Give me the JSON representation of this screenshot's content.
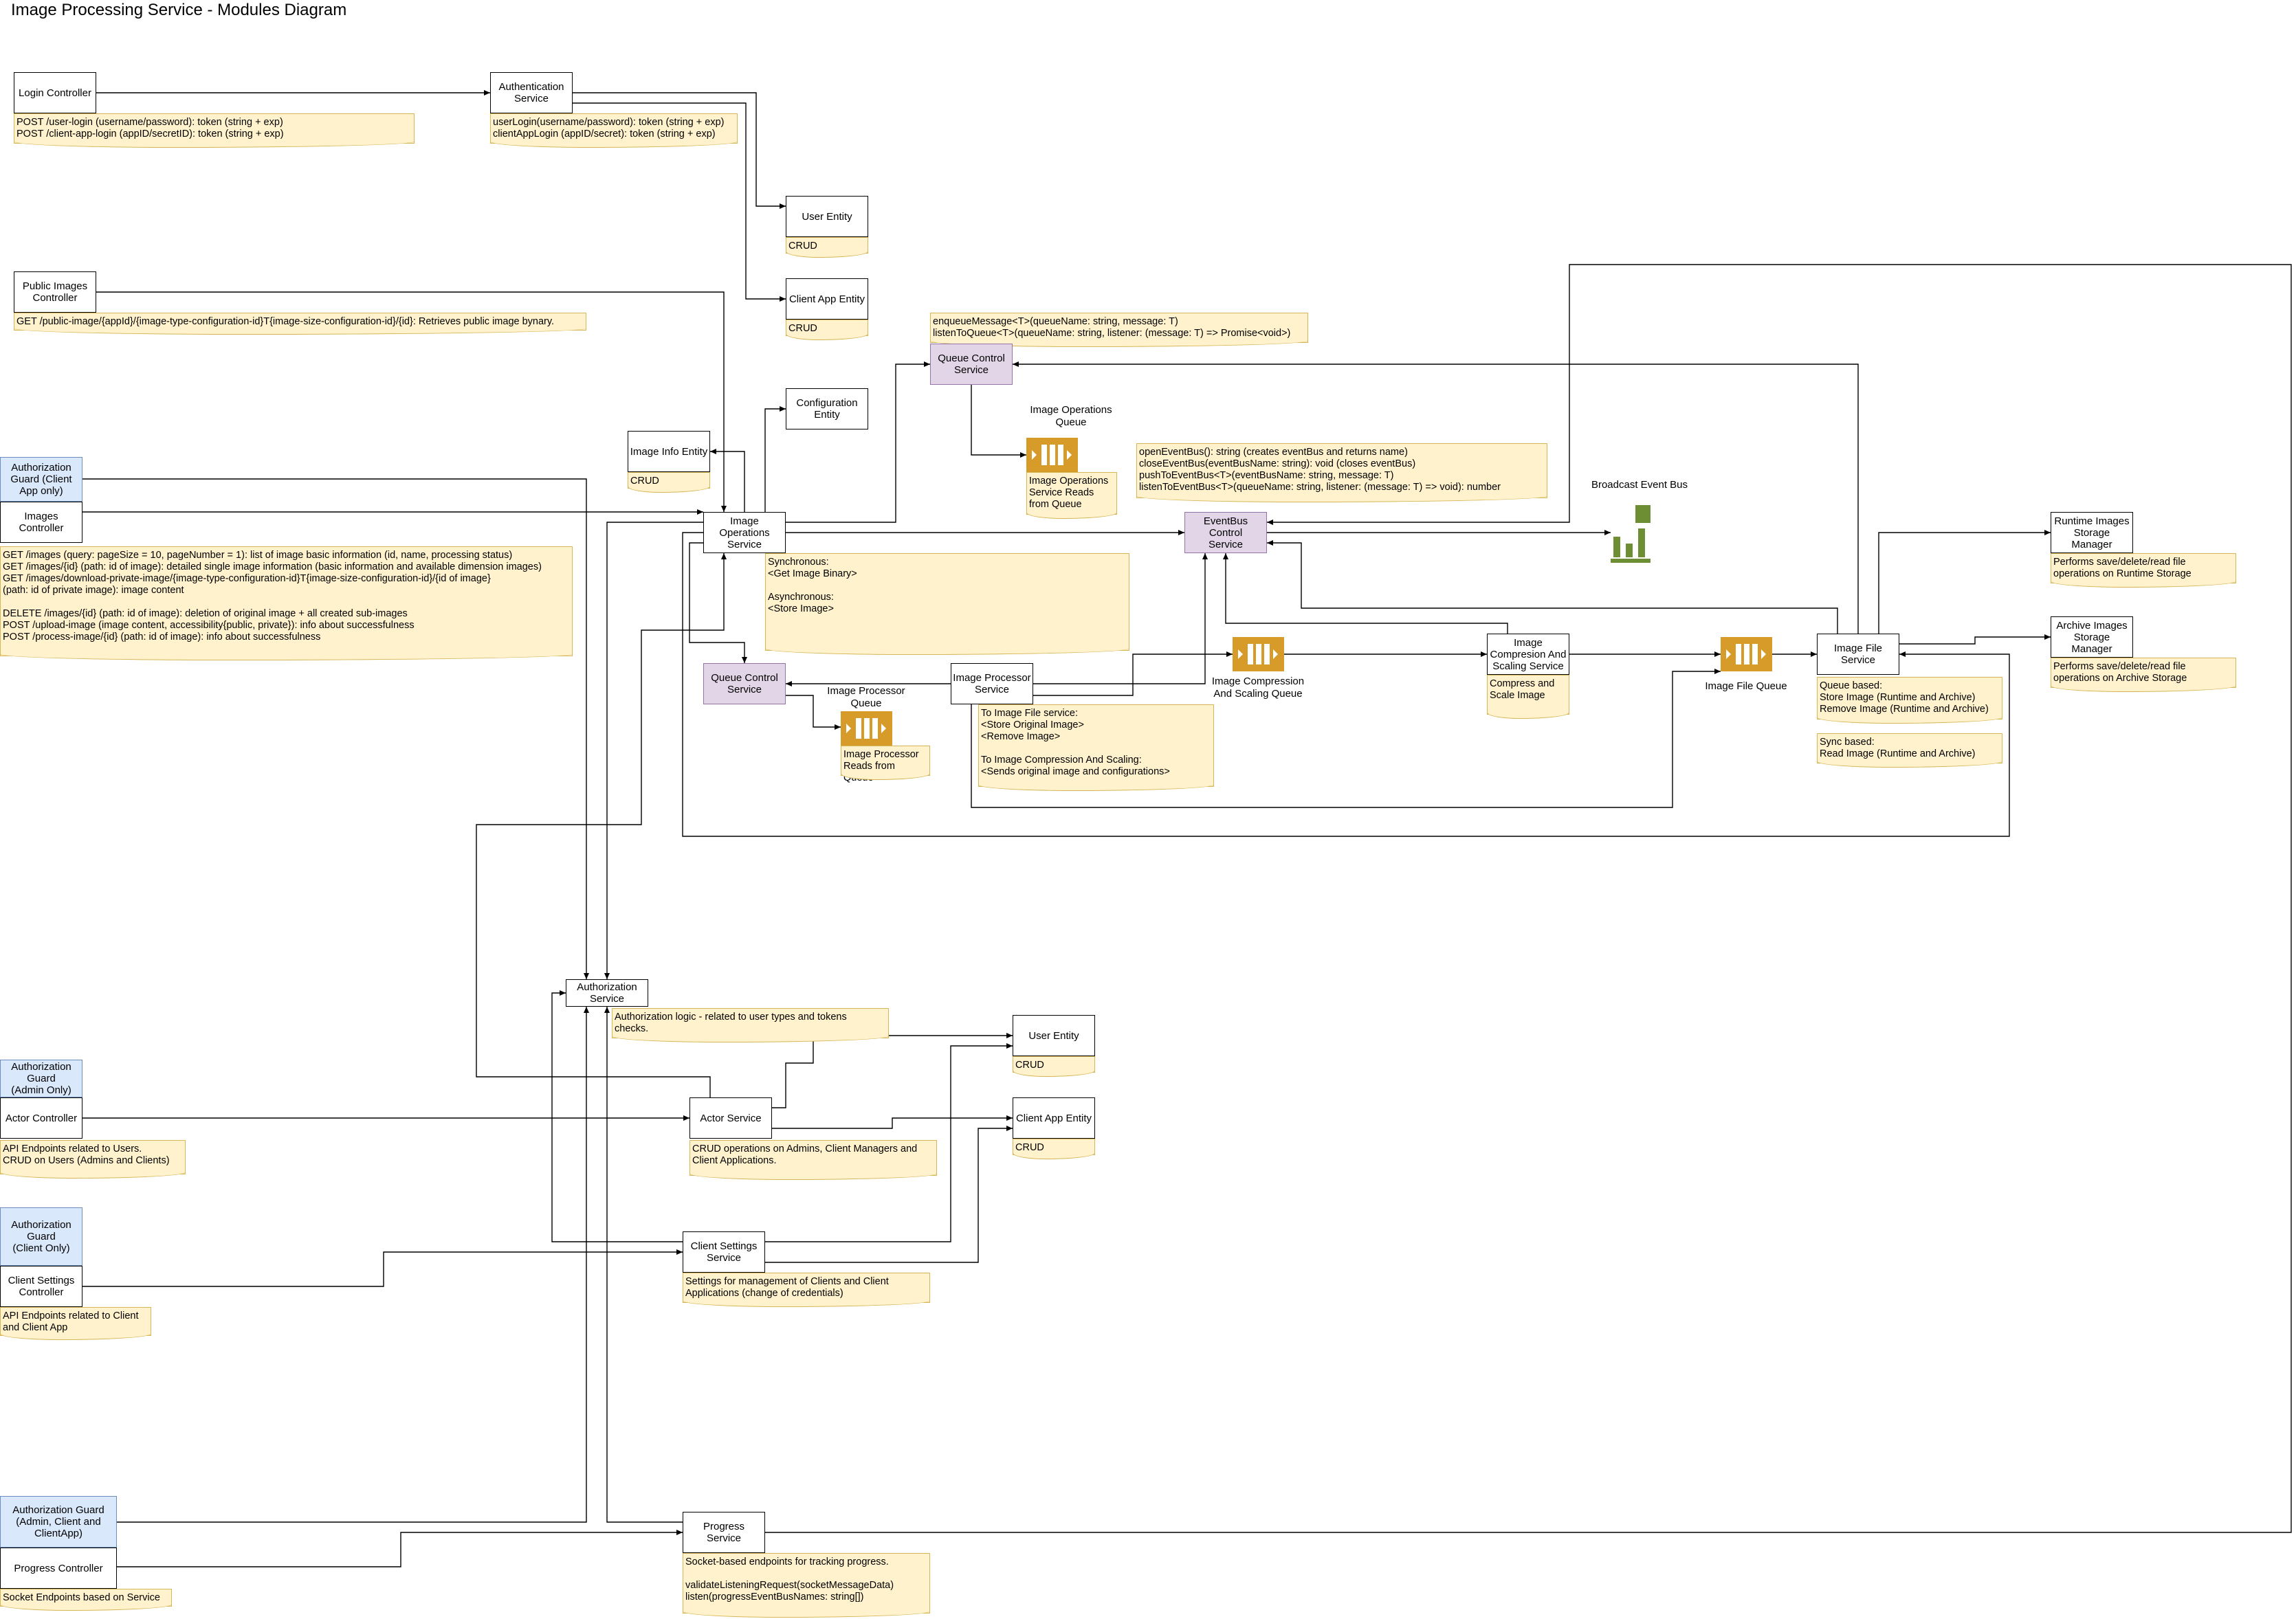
{
  "title": "Image Processing Service - Modules Diagram",
  "colors": {
    "guard_fill": "#dae8fc",
    "guard_stroke": "#6c8ebf",
    "queue_service_fill": "#e1d5e7",
    "queue_service_stroke": "#9673a6",
    "note_fill": "#fff2cc",
    "note_stroke": "#d6b656",
    "queue_icon": "#d79b2a",
    "event_bus_icon": "#6d8e33"
  },
  "nodes": {
    "login_controller": "Login Controller",
    "authentication_service": "Authentication\nService",
    "user_entity_top": "User Entity",
    "client_app_entity_top": "Client App Entity",
    "public_images_controller": "Public Images\nController",
    "configuration_entity": "Configuration\nEntity",
    "image_info_entity": "Image Info Entity",
    "queue_control_service_top": "Queue Control\nService",
    "authorization_guard_client_app": "Authorization\nGuard (Client\nApp only)",
    "images_controller": "Images\nController",
    "image_operations_service": "Image\nOperations\nService",
    "eventbus_control_service": "EventBus Control\nService",
    "queue_control_service_mid": "Queue Control\nService",
    "image_processor_service": "Image Processor\nService",
    "image_compression_service": "Image\nCompresion And\nScaling Service",
    "image_file_service": "Image File\nService",
    "runtime_images_storage_manager": "Runtime Images\nStorage Manager",
    "archive_images_storage_manager": "Archive Images\nStorage Manager",
    "authorization_service": "Authorization\nService",
    "user_entity_bottom": "User Entity",
    "client_app_entity_bottom": "Client App Entity",
    "authorization_guard_admin": "Authorization\nGuard\n(Admin Only)",
    "actor_controller": "Actor Controller",
    "actor_service": "Actor Service",
    "authorization_guard_client": "Authorization\nGuard\n(Client Only)",
    "client_settings_controller": "Client Settings\nController",
    "client_settings_service": "Client Settings\nService",
    "authorization_guard_all": "Authorization Guard\n(Admin, Client and\nClientApp)",
    "progress_controller": "Progress Controller",
    "progress_service": "Progress Service"
  },
  "labels": {
    "image_operations_queue": "Image Operations\nQueue",
    "broadcast_event_bus": "Broadcast Event Bus",
    "image_compression_queue": "Image Compression\nAnd Scaling Queue",
    "image_file_queue": "Image File Queue",
    "image_processor_queue": "Image Processor\nQueue"
  },
  "notes": {
    "login": "POST /user-login (username/password): token (string + exp)\nPOST /client-app-login (appID/secretID): token (string + exp)",
    "authentication": "userLogin(username/password): token (string + exp)\nclientAppLogin (appID/secret): token (string + exp)",
    "user_entity_top": "CRUD",
    "client_app_entity_top": "CRUD",
    "public_images": "GET /public-image/{appId}/{image-type-configuration-id}T{image-size-configuration-id}/{id}: Retrieves public image bynary.",
    "queue_control_top": "enqueueMessage<T>(queueName: string, message: T)\nlistenToQueue<T>(queueName: string, listener: (message: T) => Promise<void>)",
    "image_info_entity": "CRUD",
    "image_operations_queue": "Image Operations\nService Reads\nfrom Queue",
    "eventbus": "openEventBus(): string (creates eventBus and returns name)\ncloseEventBus(eventBusName: string): void (closes eventBus)\npushToEventBus<T>(eventBusName: string, message: T)\nlistenToEventBus<T>(queueName: string, listener: (message: T) => void): number",
    "images_controller": "GET /images (query: pageSize = 10, pageNumber = 1): list of image basic information (id, name, processing status)\nGET /images/{id} (path: id of image): detailed single image information (basic information and available dimension images)\nGET /images/download-private-image/{image-type-configuration-id}T{image-size-configuration-id}/{id of image}\n(path: id of private image): image content\n\nDELETE /images/{id} (path: id of image): deletion of original image + all created sub-images\nPOST /upload-image (image content, accessibility{public, private}): info about successfulness\nPOST /process-image/{id} (path: id of image): info about successfulness",
    "image_operations_service": "Synchronous:\n<Get Image Binary>\n\nAsynchronous:\n<Store Image>",
    "image_processor_queue": "Image Processor\nReads from Queue",
    "image_processor_service": "To Image File service:\n<Store Original Image>\n<Remove Image>\n\nTo Image Compression And Scaling:\n<Sends original image and configurations>",
    "compression": "Compress and\nScale Image",
    "image_file_queue_based": "Queue based:\nStore Image (Runtime and Archive)\nRemove Image (Runtime and Archive)",
    "image_file_sync_based": "Sync based:\nRead Image (Runtime and Archive)",
    "runtime_storage": "Performs save/delete/read file\noperations on Runtime Storage",
    "archive_storage": "Performs save/delete/read file\noperations on Archive Storage",
    "authorization_service": "Authorization logic - related to user types and tokens\nchecks.",
    "user_entity_bottom": "CRUD",
    "client_app_entity_bottom": "CRUD",
    "actor_controller": "API Endpoints related to Users.\nCRUD on Users (Admins and Clients)",
    "actor_service": "CRUD operations on Admins, Client Managers and\nClient Applications.",
    "client_settings_service": "Settings for management of Clients and Client\nApplications (change of credentials)",
    "client_settings_controller": "API Endpoints related to Client\nand Client App",
    "progress_controller": "Socket Endpoints based on Service",
    "progress_service": "Socket-based endpoints for tracking progress.\n\nvalidateListeningRequest(socketMessageData)\nlisten(progressEventBusNames: string[])"
  }
}
